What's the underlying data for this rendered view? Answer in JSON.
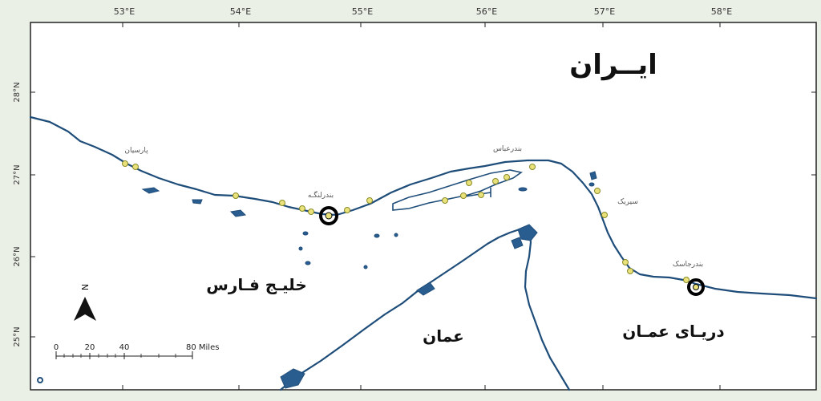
{
  "map": {
    "country_label": "ایــران",
    "gulf_label": "خلیـج فـارس",
    "oman_label": "عمان",
    "sea_label": "دریـای عمـان",
    "longitudes": [
      "53°E",
      "54°E",
      "55°E",
      "56°E",
      "57°E",
      "58°E"
    ],
    "latitudes": [
      "28°N",
      "27°N",
      "26°N",
      "25°N"
    ],
    "places": [
      {
        "name": "پارسیان"
      },
      {
        "name": "بندرلنگـه"
      },
      {
        "name": "بندرعباس"
      },
      {
        "name": "سیریک"
      },
      {
        "name": "بندرجاسک"
      }
    ],
    "scale": {
      "ticks": [
        "0",
        "20",
        "40",
        "80 Miles"
      ]
    },
    "north_label": "N",
    "colors": {
      "coastline": "#1f4d7a",
      "station": "#e9e27a",
      "background": "#ffffff"
    }
  }
}
